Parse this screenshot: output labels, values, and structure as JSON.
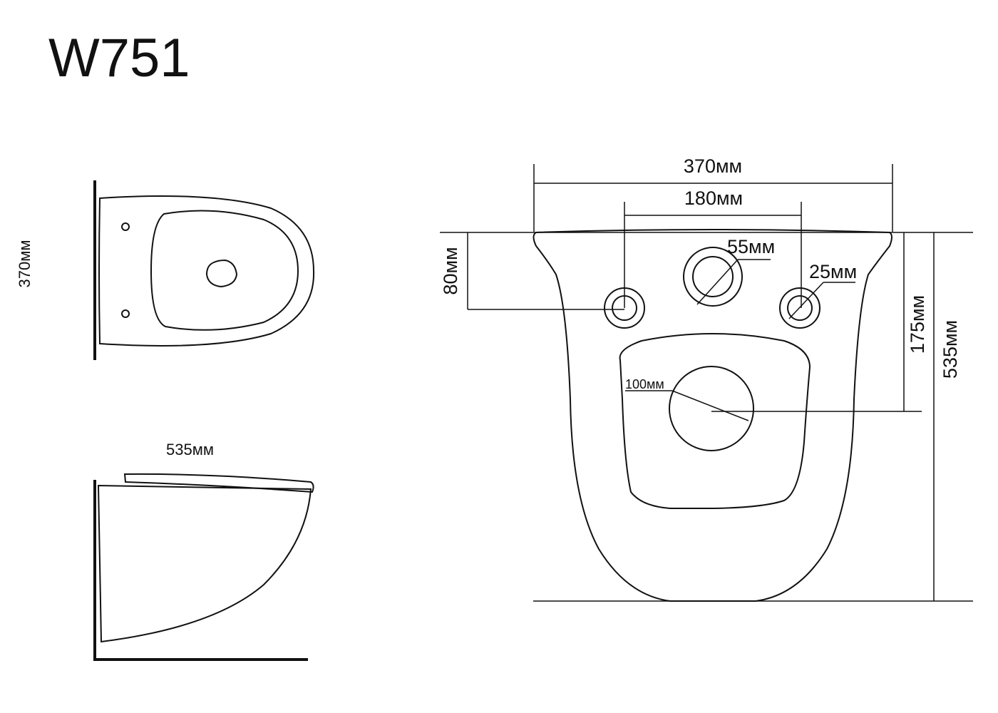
{
  "title": "W751",
  "top_view": {
    "width_label": "370мм"
  },
  "side_view": {
    "length_label": "535мм"
  },
  "front_view": {
    "width_label": "370мм",
    "bolt_spacing_label": "180мм",
    "inlet_label": "55мм",
    "bolt_hole_label": "25мм",
    "bolt_height_label": "80мм",
    "outlet_label": "100мм",
    "outlet_height_label": "175мм",
    "total_height_label": "535мм"
  },
  "colors": {
    "line": "#111111",
    "background": "#ffffff"
  }
}
